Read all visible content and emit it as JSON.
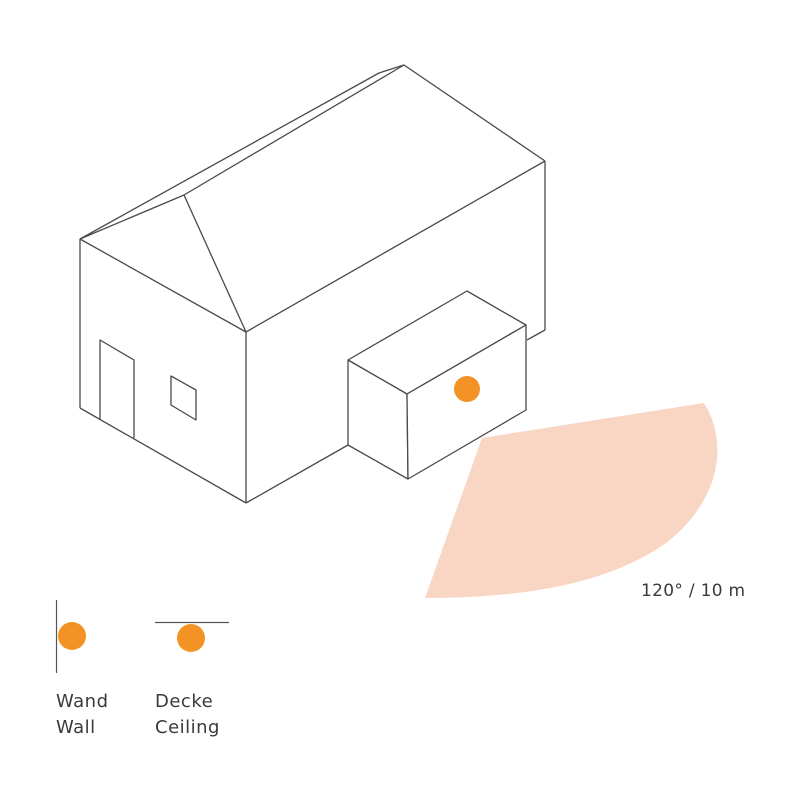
{
  "diagram": {
    "title": "",
    "colors": {
      "line": "#4a4a4a",
      "sensor": "#F39325",
      "coverage": "#F9D5C3",
      "text": "#3a3a3a"
    },
    "coverage": {
      "angle": "120°",
      "range": "10 m",
      "label": "120° / 10 m"
    },
    "legend": [
      {
        "id": "wall",
        "label_de": "Wand",
        "label_en": "Wall",
        "mount": "wall"
      },
      {
        "id": "ceiling",
        "label_de": "Decke",
        "label_en": "Ceiling",
        "mount": "ceiling"
      }
    ]
  }
}
